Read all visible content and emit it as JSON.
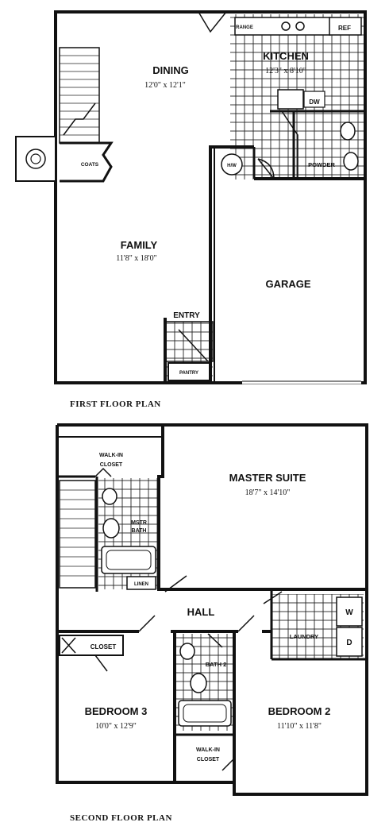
{
  "first_floor": {
    "caption": "FIRST FLOOR PLAN",
    "rooms": {
      "dining": {
        "name": "DINING",
        "size": "12'0\" x 12'1\""
      },
      "kitchen": {
        "name": "KITCHEN",
        "size": "12'3\" x 8'10\""
      },
      "family": {
        "name": "FAMILY",
        "size": "11'8\" x 18'0\""
      },
      "garage": {
        "name": "GARAGE"
      },
      "entry": {
        "name": "ENTRY"
      },
      "powder": {
        "name": "POWDER"
      },
      "coats": {
        "name": "COATS"
      },
      "dw": {
        "name": "DW"
      },
      "ref": {
        "name": "REF"
      },
      "range": {
        "name": "RANGE"
      },
      "hw": {
        "name": "H/W"
      },
      "pantry": {
        "name": "PANTRY"
      }
    }
  },
  "second_floor": {
    "caption": "SECOND FLOOR PLAN",
    "rooms": {
      "master": {
        "name": "MASTER SUITE",
        "size": "18'7\" x 14'10\""
      },
      "walkin1": {
        "name_line1": "WALK-IN",
        "name_line2": "CLOSET"
      },
      "master_bath": {
        "name_line1": "MSTR",
        "name_line2": "BATH"
      },
      "linen": {
        "name": "LINEN"
      },
      "hall": {
        "name": "HALL"
      },
      "laundry": {
        "name": "LAUNDRY",
        "w": "W",
        "d": "D"
      },
      "closet1": {
        "name": "CLOSET"
      },
      "bath2": {
        "name": "BATH 2"
      },
      "bedroom3": {
        "name": "BEDROOM 3",
        "size": "10'0\" x 12'9\""
      },
      "bedroom2": {
        "name": "BEDROOM 2",
        "size": "11'10\" x 11'8\""
      },
      "walkin2": {
        "name_line1": "WALK-IN",
        "name_line2": "CLOSET"
      }
    }
  }
}
